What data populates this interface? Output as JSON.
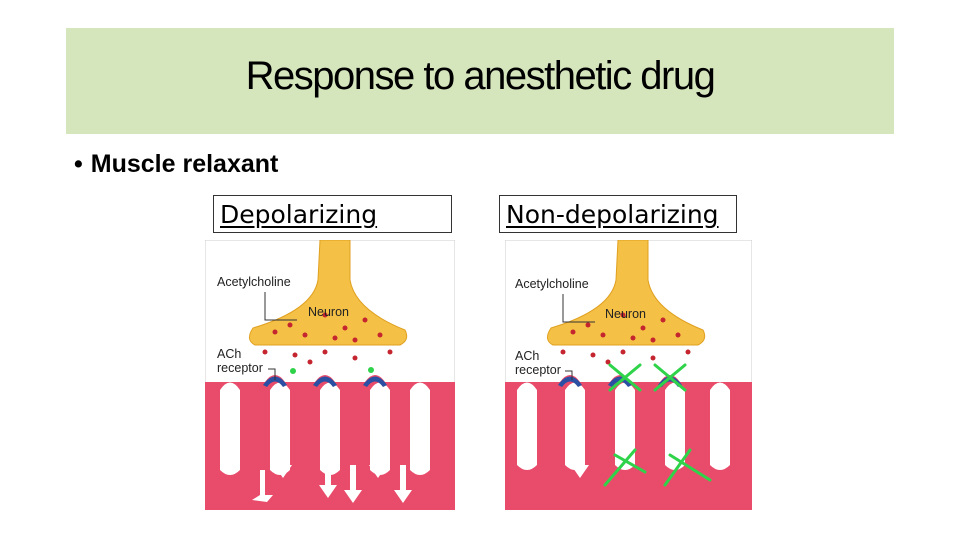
{
  "title": "Response to anesthetic drug",
  "bullet": {
    "marker": "•",
    "text": "Muscle relaxant"
  },
  "panels": [
    {
      "heading": "Depolarizing",
      "labels": {
        "acetylcholine": "Acetylcholine",
        "neuron": "Neuron",
        "ach_line1": "ACh",
        "ach_line2": "receptor"
      }
    },
    {
      "heading": "Non-depolarizing",
      "labels": {
        "acetylcholine": "Acetylcholine",
        "neuron": "Neuron",
        "ach_line1": "ACh",
        "ach_line2": "receptor"
      }
    }
  ],
  "colors": {
    "title_band": "#d5e6bd",
    "neuron": "#f4c045",
    "vesicle": "#c4252f",
    "muscle": "#e94b6b",
    "receptor": "#2b4fa3",
    "drug_mark": "#2fd34a"
  }
}
